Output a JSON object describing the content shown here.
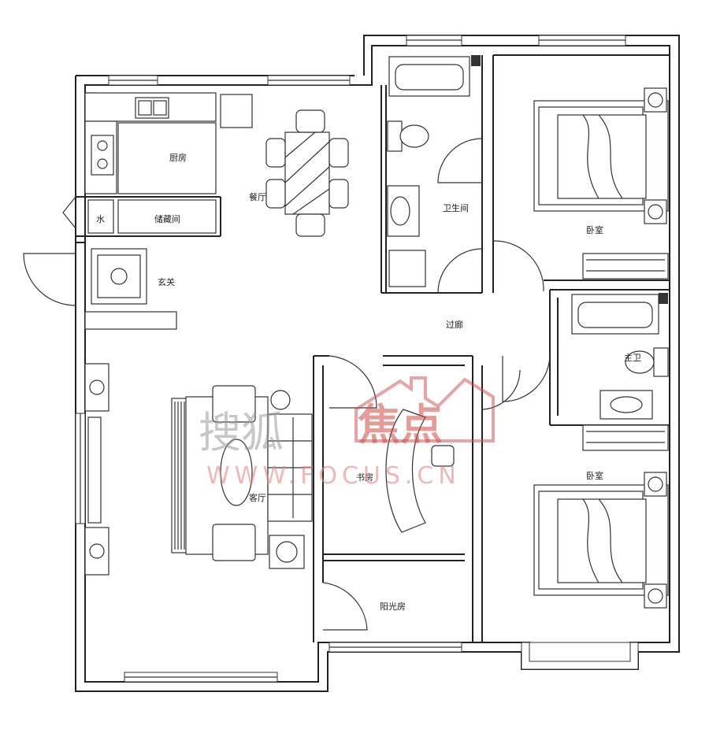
{
  "rooms": {
    "kitchen": "厨房",
    "dining": "餐厅",
    "bathroom": "卫生间",
    "bedroom_top": "卧室",
    "storage": "储藏间",
    "water": "水",
    "entrance": "玄关",
    "corridor": "过廊",
    "master_bath": "主卫",
    "living": "客厅",
    "study": "书房",
    "bedroom_bottom": "卧室",
    "sunroom": "阳光房"
  },
  "watermark": {
    "site": "搜狐",
    "brand": "焦点",
    "url": "WWW.FOCUS.CN",
    "brand_color": "#d04a45"
  }
}
